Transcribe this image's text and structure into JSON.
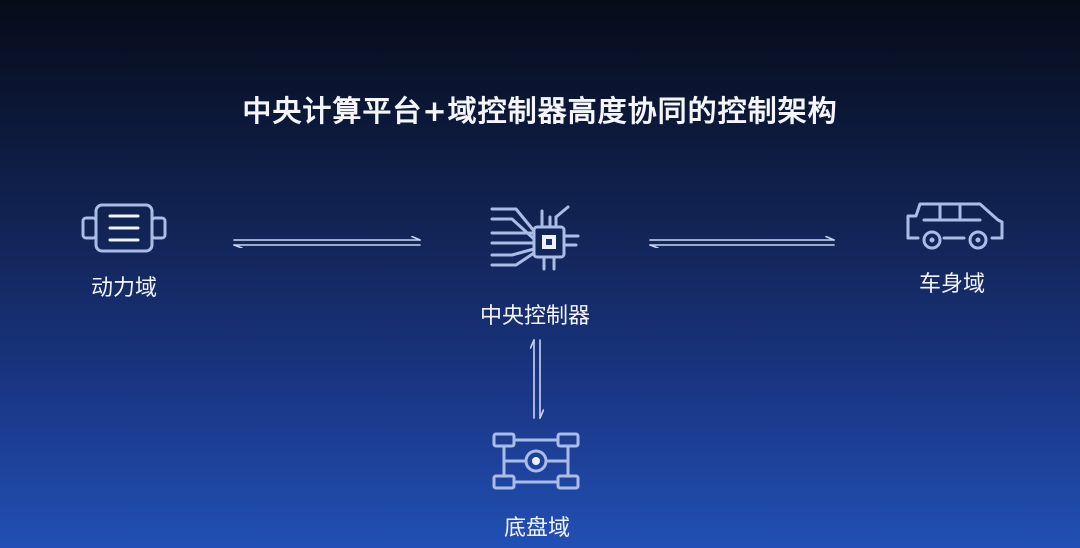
{
  "title": "中央计算平台+域控制器高度协同的控制架构",
  "nodes": {
    "power": {
      "label": "动力域",
      "icon": "motor-icon"
    },
    "central": {
      "label": "中央控制器",
      "icon": "chip-icon"
    },
    "body": {
      "label": "车身域",
      "icon": "suv-car-icon"
    },
    "chassis": {
      "label": "底盘域",
      "icon": "chassis-axle-icon"
    }
  },
  "colors": {
    "icon_stroke": "#a9bde6",
    "arrow_stroke": "#c9d6f2",
    "text": "#f2f4fa"
  }
}
